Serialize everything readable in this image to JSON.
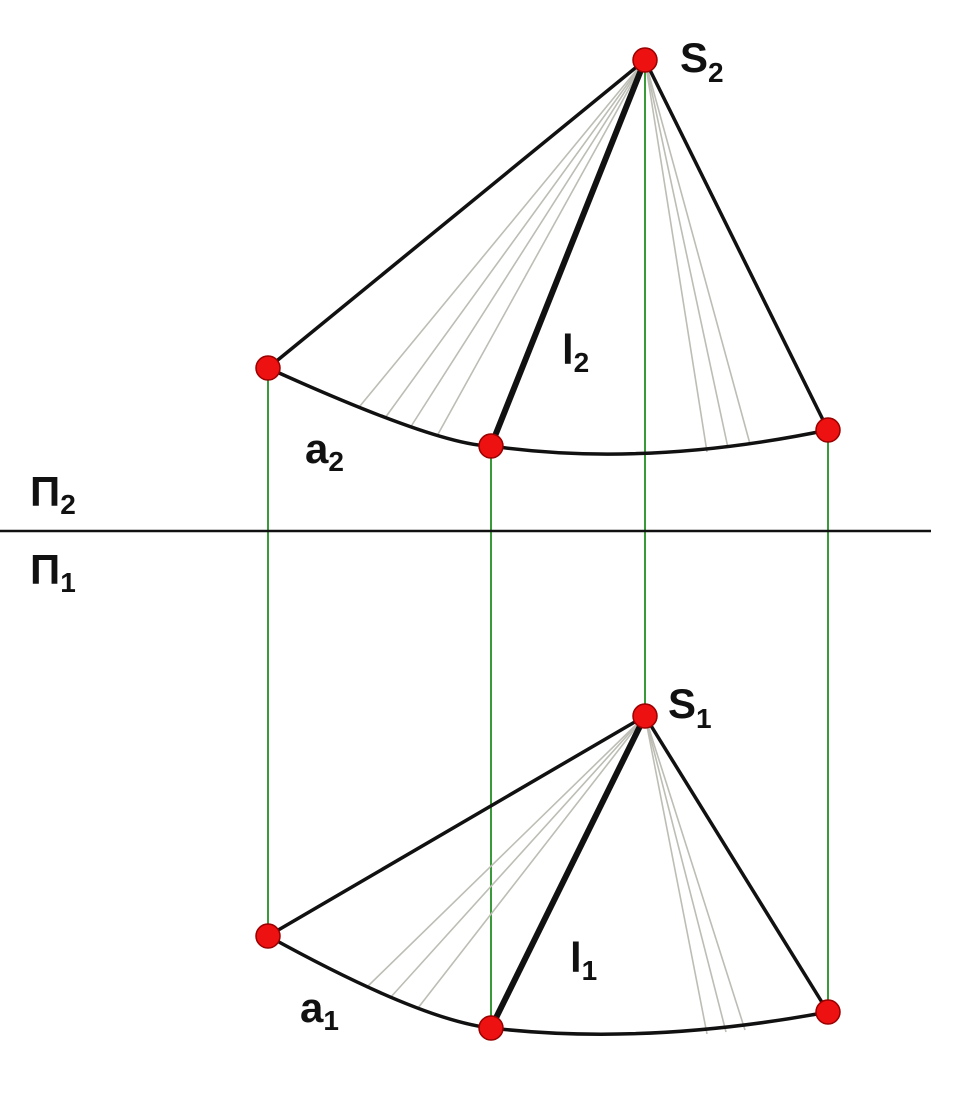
{
  "labels": {
    "s2": {
      "main": "S",
      "sub": "2"
    },
    "s1": {
      "main": "S",
      "sub": "1"
    },
    "l2": {
      "main": "l",
      "sub": "2"
    },
    "l1": {
      "main": "l",
      "sub": "1"
    },
    "a2": {
      "main": "a",
      "sub": "2"
    },
    "a1": {
      "main": "a",
      "sub": "1"
    },
    "pi2": {
      "main": "П",
      "sub": "2"
    },
    "pi1": {
      "main": "П",
      "sub": "1"
    }
  },
  "colors": {
    "outline": "#111111",
    "projection_line": "#3a9a3a",
    "hatch_line": "#bdbdb5",
    "point_fill": "#ee1111",
    "point_stroke": "#990000"
  }
}
